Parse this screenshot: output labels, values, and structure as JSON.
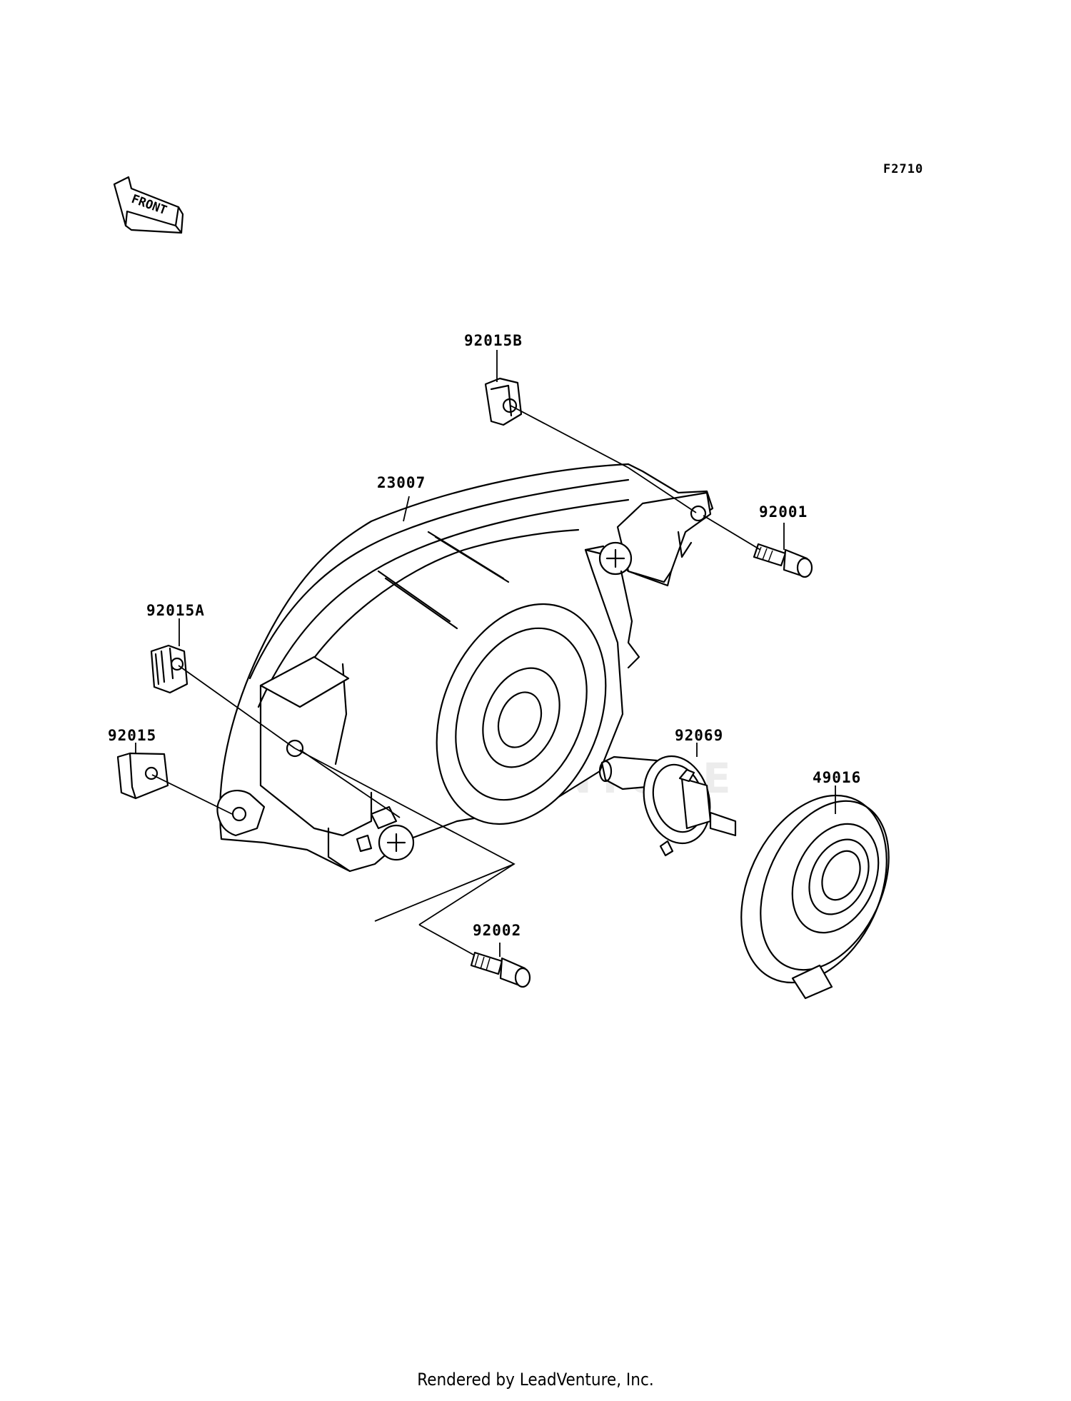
{
  "figure_code": "F2710",
  "front_arrow_label": "FRONT",
  "parts": {
    "p92015B": "92015B",
    "p23007": "23007",
    "p92001": "92001",
    "p92015A": "92015A",
    "p92015": "92015",
    "p92069": "92069",
    "p49016": "49016",
    "p92002": "92002"
  },
  "footer": "Rendered by LeadVenture, Inc."
}
